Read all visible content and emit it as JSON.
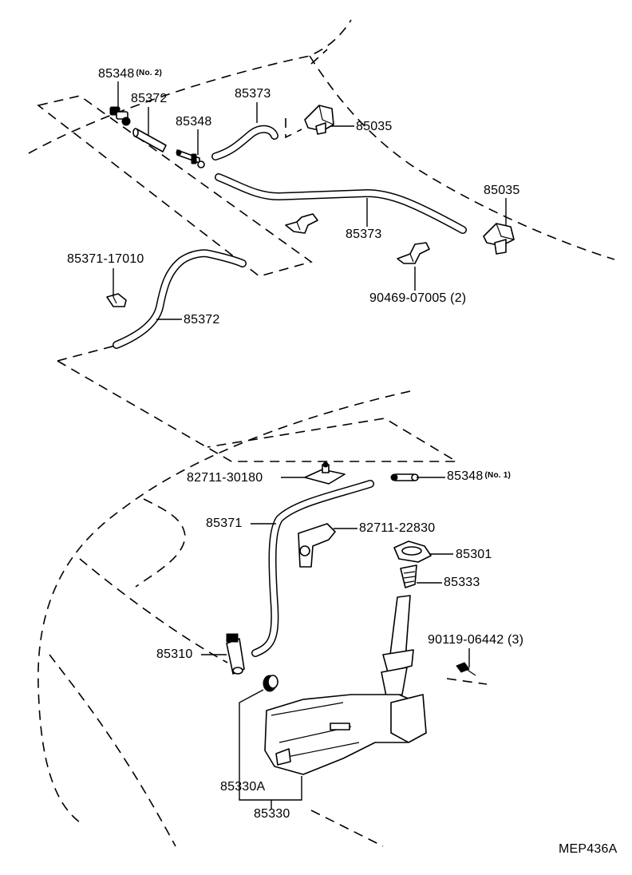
{
  "diagram": {
    "code": "MEP436A",
    "callouts": {
      "p85348_no2": {
        "number": "85348",
        "qualifier": "(No. 2)"
      },
      "p85372_top": {
        "number": "85372"
      },
      "p85348_mid": {
        "number": "85348"
      },
      "p85373_top": {
        "number": "85373"
      },
      "p85035_a": {
        "number": "85035"
      },
      "p85035_b": {
        "number": "85035"
      },
      "p85373_mid": {
        "number": "85373"
      },
      "p85371_17010": {
        "number": "85371-17010"
      },
      "p90469": {
        "number": "90469-07005",
        "qty": "(2)"
      },
      "p85372_low": {
        "number": "85372"
      },
      "p82711_30180": {
        "number": "82711-30180"
      },
      "p85348_no1": {
        "number": "85348",
        "qualifier": "(No. 1)"
      },
      "p85371": {
        "number": "85371"
      },
      "p82711_22830": {
        "number": "82711-22830"
      },
      "p85301": {
        "number": "85301"
      },
      "p85333": {
        "number": "85333"
      },
      "p90119": {
        "number": "90119-06442",
        "qty": "(3)"
      },
      "p85310": {
        "number": "85310"
      },
      "p85330A": {
        "number": "85330A"
      },
      "p85330": {
        "number": "85330"
      }
    }
  }
}
